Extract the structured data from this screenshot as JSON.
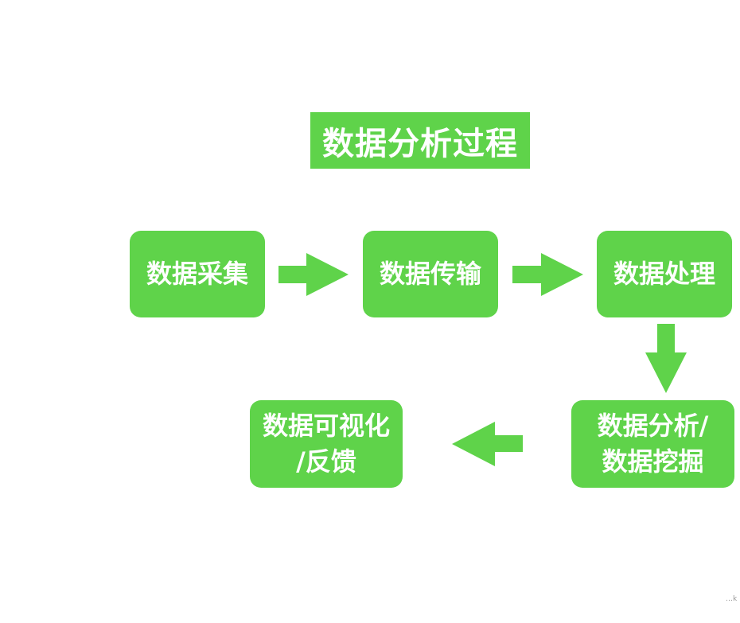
{
  "diagram": {
    "title": "数据分析过程",
    "steps": [
      {
        "lines": [
          "数据采集"
        ]
      },
      {
        "lines": [
          "数据传输"
        ]
      },
      {
        "lines": [
          "数据处理"
        ]
      },
      {
        "lines": [
          "数据分析/",
          "数据挖掘"
        ]
      },
      {
        "lines": [
          "数据可视化",
          "/反馈"
        ]
      }
    ],
    "corner_mark": "…k",
    "colors": {
      "box_fill": "#5fd34a",
      "arrow_fill": "#5fd34a",
      "text": "#ffffff"
    },
    "icons": [
      "arrow-right-icon",
      "arrow-down-icon",
      "arrow-left-icon"
    ]
  }
}
